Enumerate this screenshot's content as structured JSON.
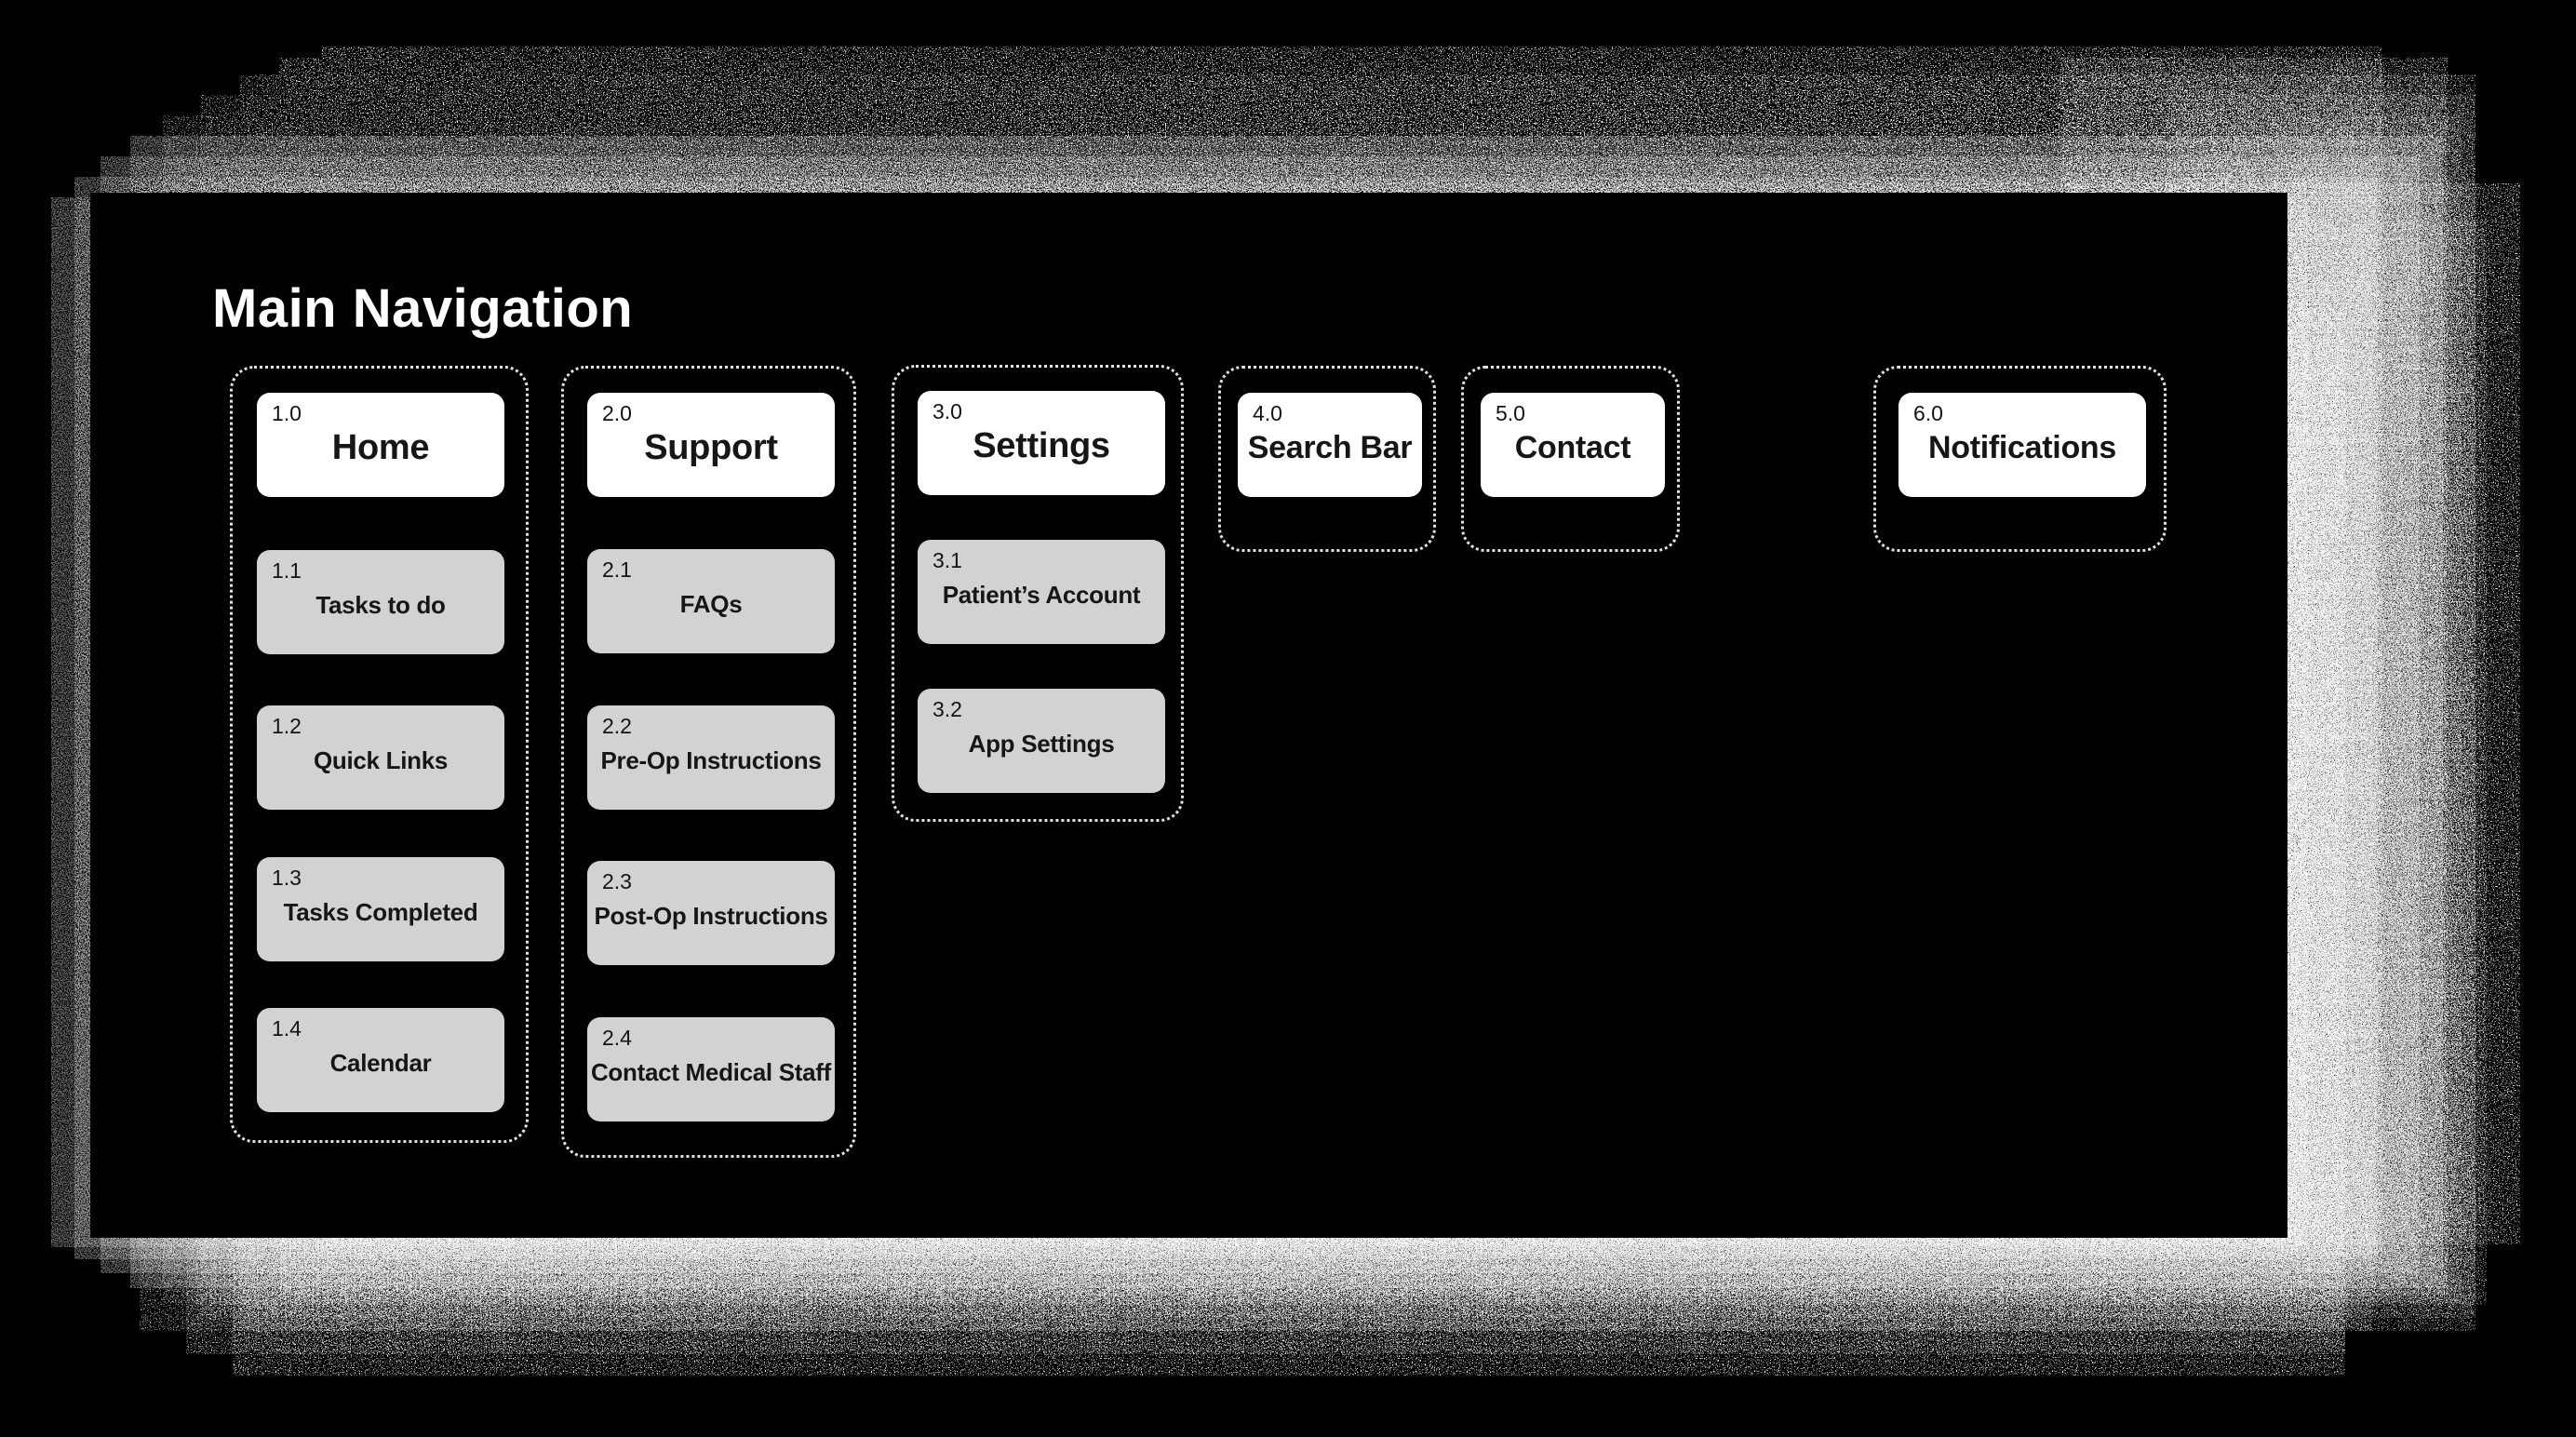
{
  "title": "Main Navigation",
  "palette": {
    "background": "#000000",
    "root_node_fill": "#ffffff",
    "child_node_fill": "#d2d2d2",
    "node_text": "#161616",
    "group_border": "#e3e3e3",
    "title_text": "#ffffff",
    "noise_speckle": "#ffffff"
  },
  "columns": [
    {
      "group": "Home",
      "root": {
        "num": "1.0",
        "label": "Home"
      },
      "children": [
        {
          "num": "1.1",
          "label": "Tasks to do"
        },
        {
          "num": "1.2",
          "label": "Quick Links"
        },
        {
          "num": "1.3",
          "label": "Tasks Completed"
        },
        {
          "num": "1.4",
          "label": "Calendar"
        }
      ]
    },
    {
      "group": "Support",
      "root": {
        "num": "2.0",
        "label": "Support"
      },
      "children": [
        {
          "num": "2.1",
          "label": "FAQs"
        },
        {
          "num": "2.2",
          "label": "Pre-Op Instructions"
        },
        {
          "num": "2.3",
          "label": "Post-Op Instructions"
        },
        {
          "num": "2.4",
          "label": "Contact Medical Staff"
        }
      ]
    },
    {
      "group": "Settings",
      "root": {
        "num": "3.0",
        "label": "Settings"
      },
      "children": [
        {
          "num": "3.1",
          "label": "Patient’s Account"
        },
        {
          "num": "3.2",
          "label": "App Settings"
        }
      ]
    },
    {
      "group": "Search Bar",
      "root": {
        "num": "4.0",
        "label": "Search Bar"
      },
      "children": []
    },
    {
      "group": "Contact",
      "root": {
        "num": "5.0",
        "label": "Contact"
      },
      "children": []
    },
    {
      "group": "Notifications",
      "root": {
        "num": "6.0",
        "label": "Notifications"
      },
      "children": []
    }
  ]
}
